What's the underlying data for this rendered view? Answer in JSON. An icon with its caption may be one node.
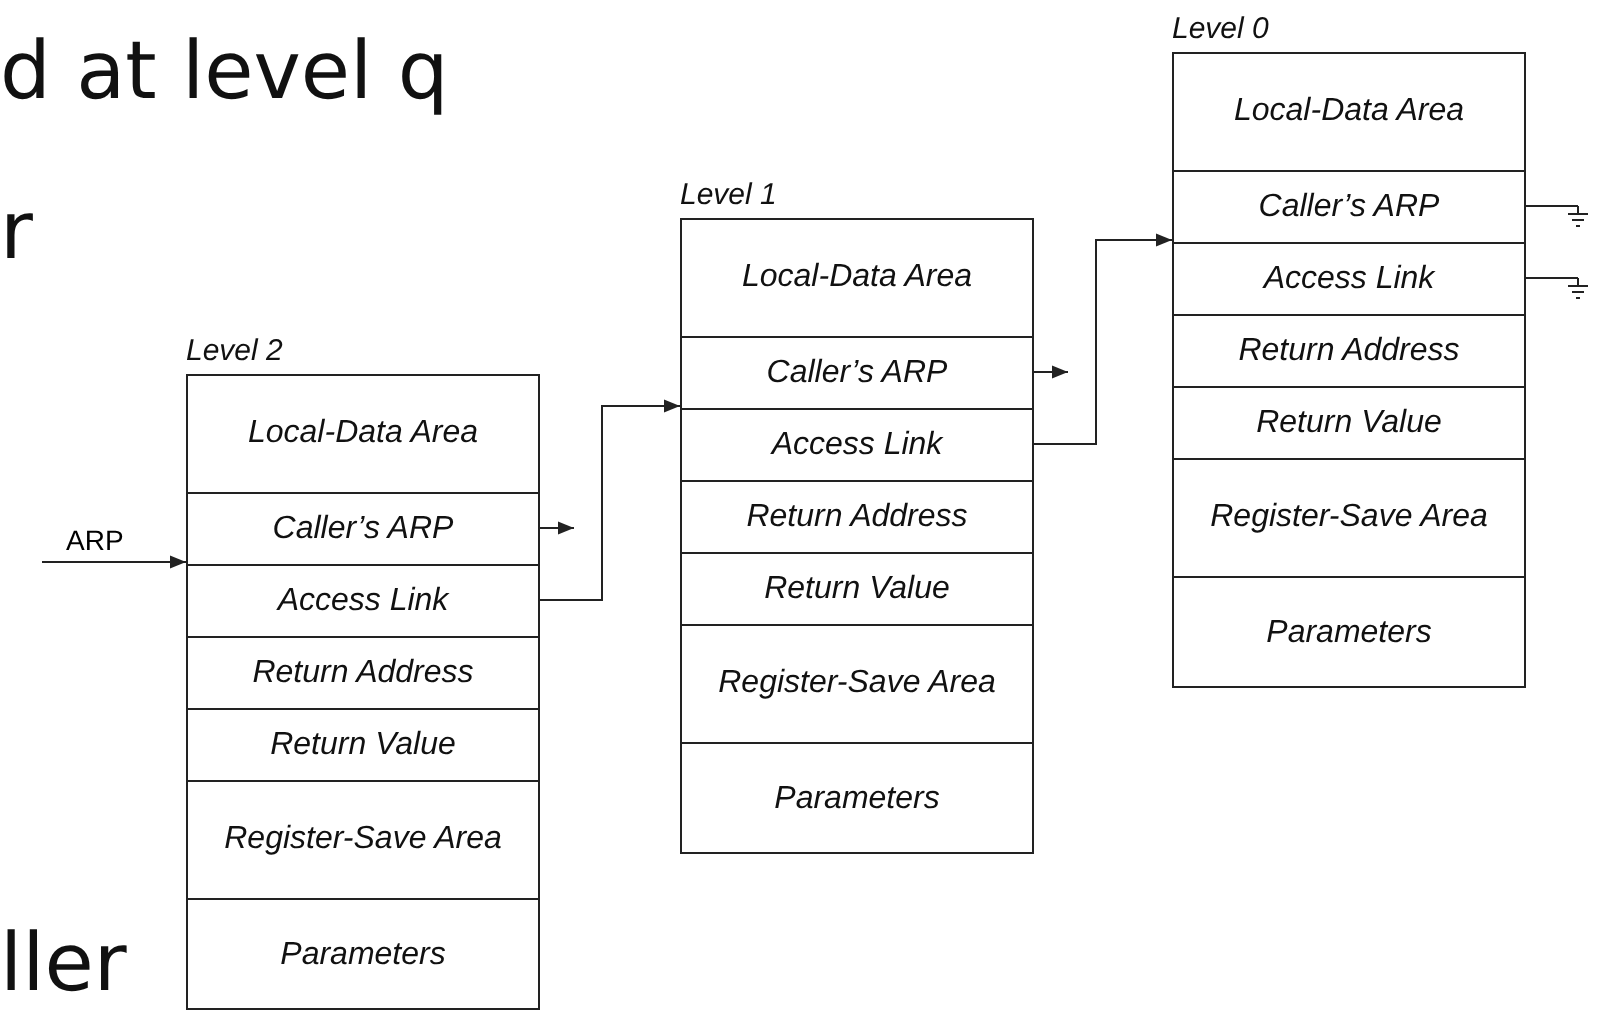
{
  "diagram": {
    "nodes": [
      {
        "text": [
          "ARP"
        ]
      },
      {
        "text": [
          "Level 2"
        ]
      },
      {
        "text": [
          "Local-Data Area"
        ],
        "in": 1
      },
      {
        "text": [
          "Caller’s ARP"
        ],
        "in": 1
      },
      {
        "text": [
          "Access Link"
        ],
        "in": 1
      },
      {
        "text": [
          "Return Address"
        ],
        "in": 1
      },
      {
        "text": [
          "Return Value"
        ],
        "in": 1
      },
      {
        "text": [
          "Register-Save Area"
        ],
        "in": 1
      },
      {
        "text": [
          "Parameters"
        ],
        "in": 1
      },
      {
        "text": [
          "Level 1"
        ]
      },
      {
        "text": [
          "Local-Data Area"
        ],
        "in": 9
      },
      {
        "text": [
          "Caller’s ARP"
        ],
        "in": 9
      },
      {
        "text": [
          "Access Link"
        ],
        "in": 9
      },
      {
        "text": [
          "Return Address"
        ],
        "in": 9
      },
      {
        "text": [
          "Return Value"
        ],
        "in": 9
      },
      {
        "text": [
          "Register-Save Area"
        ],
        "in": 9
      },
      {
        "text": [
          "Parameters"
        ],
        "in": 9
      },
      {
        "text": [
          "Level 0"
        ]
      },
      {
        "text": [
          "Local-Data Area"
        ],
        "in": 17
      },
      {
        "text": [
          "Caller’s ARP"
        ],
        "in": 17
      },
      {
        "text": [
          "Access Link"
        ],
        "in": 17
      },
      {
        "text": [
          "Return Address"
        ],
        "in": 17
      },
      {
        "text": [
          "Return Value"
        ],
        "in": 17
      },
      {
        "text": [
          "Register-Save Area"
        ],
        "in": 17
      },
      {
        "text": [
          "Parameters"
        ],
        "in": 17
      }
    ],
    "edges": [
      {
        "from": 0,
        "to": 1,
        "arrow": "to"
      },
      {
        "from": 3,
        "to": null,
        "arrow": "to"
      },
      {
        "from": 4,
        "to": 9,
        "arrow": "to"
      },
      {
        "from": 11,
        "to": null,
        "arrow": "to"
      },
      {
        "from": 12,
        "to": 17,
        "arrow": "to"
      },
      {
        "from": 19,
        "to": null,
        "arrow": "other"
      },
      {
        "from": 20,
        "to": null,
        "arrow": "other"
      }
    ],
    "labels": [
      "d at level q",
      "r",
      "ller"
    ]
  }
}
